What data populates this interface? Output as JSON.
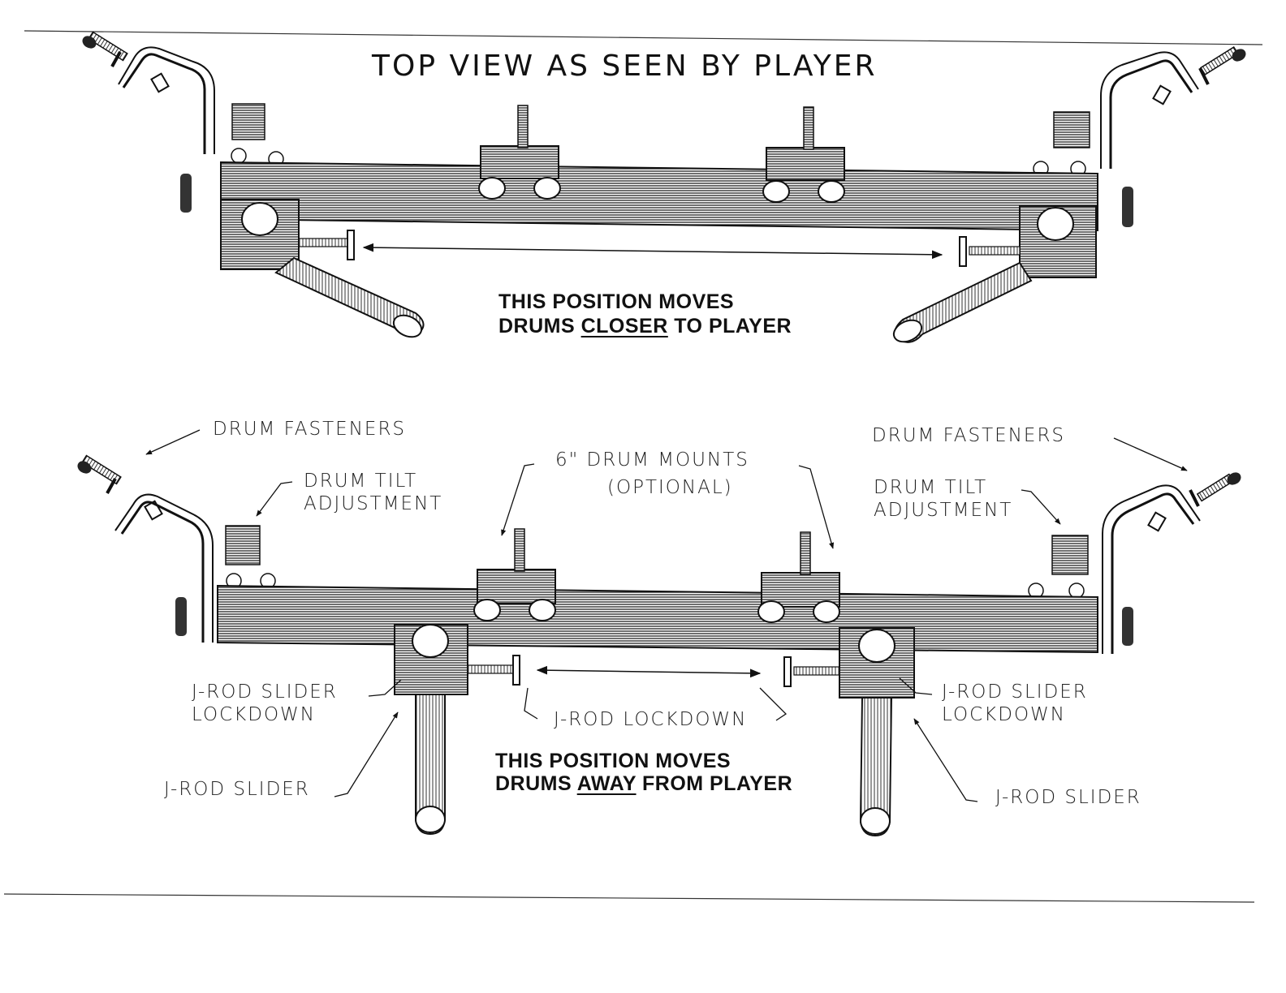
{
  "title": "TOP VIEW AS SEEN BY PLAYER",
  "top": {
    "caption_line1": "THIS POSITION MOVES",
    "caption_line2_pre": "DRUMS ",
    "caption_line2_emph": "CLOSER",
    "caption_line2_post": " TO PLAYER"
  },
  "bottom": {
    "caption_line1": "THIS POSITION MOVES",
    "caption_line2_pre": "DRUMS ",
    "caption_line2_emph": "AWAY",
    "caption_line2_post": " FROM PLAYER"
  },
  "callouts": {
    "drum_fasteners_left": "DRUM FASTENERS",
    "drum_fasteners_right": "DRUM FASTENERS",
    "drum_tilt_left_1": "DRUM TILT",
    "drum_tilt_left_2": "ADJUSTMENT",
    "drum_tilt_right_1": "DRUM TILT",
    "drum_tilt_right_2": "ADJUSTMENT",
    "drum_mounts_1": "6\" DRUM MOUNTS",
    "drum_mounts_2": "(OPTIONAL)",
    "slider_lockdown_left_1": "J-ROD SLIDER",
    "slider_lockdown_left_2": "LOCKDOWN",
    "slider_lockdown_right_1": "J-ROD SLIDER",
    "slider_lockdown_right_2": "LOCKDOWN",
    "jrod_lockdown": "J-ROD LOCKDOWN",
    "jrod_slider_left": "J-ROD SLIDER",
    "jrod_slider_right": "J-ROD SLIDER"
  }
}
